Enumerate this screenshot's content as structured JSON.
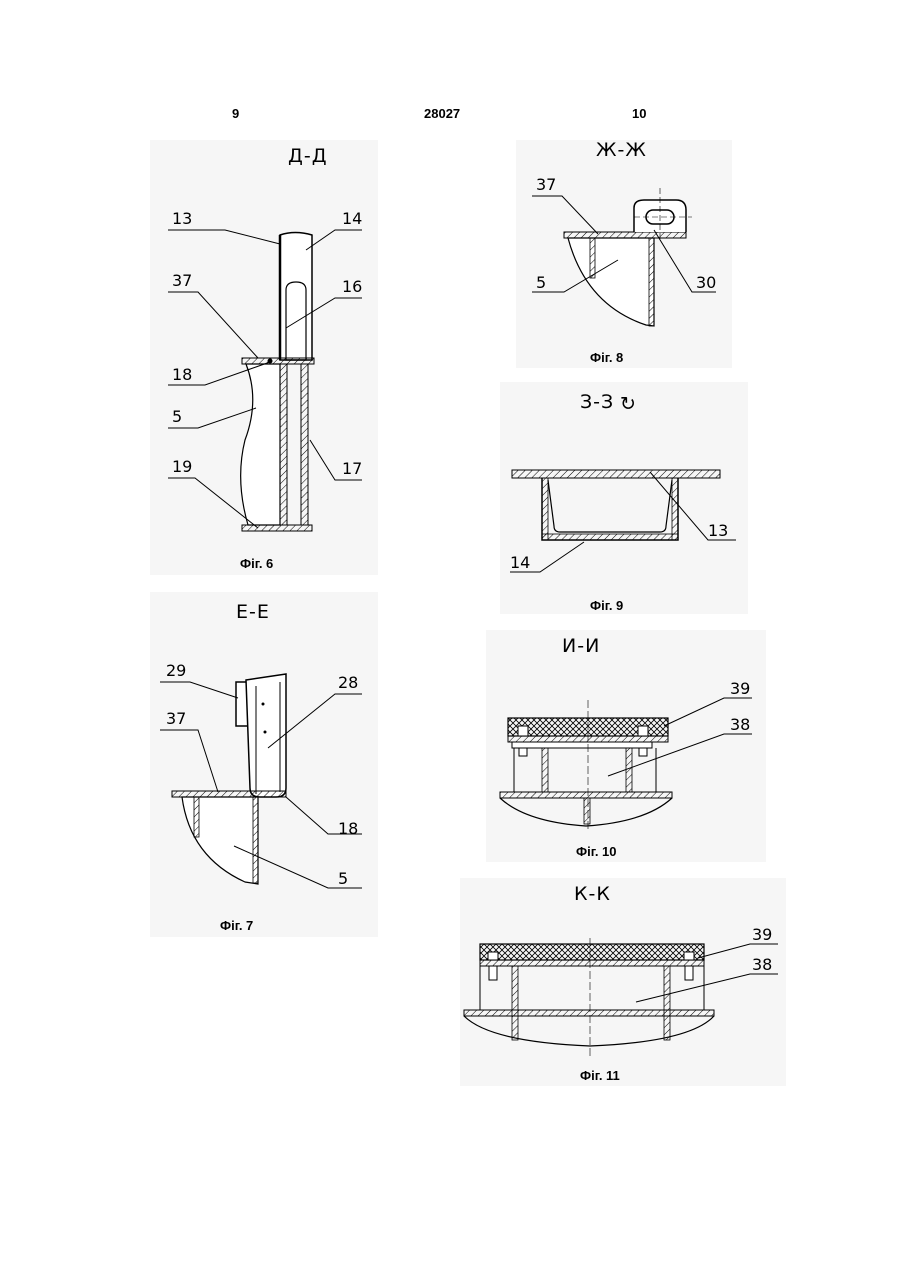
{
  "header": {
    "left_page": "9",
    "patent_number": "28027",
    "right_page": "10"
  },
  "fig6": {
    "section": "Д-Д",
    "caption": "Фіг. 6",
    "labels": {
      "l13": "13",
      "l14": "14",
      "l16": "16",
      "l37": "37",
      "l18": "18",
      "l5": "5",
      "l19": "19",
      "l17": "17"
    }
  },
  "fig7": {
    "section": "Е-Е",
    "caption": "Фіг. 7",
    "labels": {
      "l29": "29",
      "l28": "28",
      "l37": "37",
      "l18": "18",
      "l5": "5"
    }
  },
  "fig8": {
    "section": "Ж-Ж",
    "caption": "Фіг. 8",
    "labels": {
      "l37": "37",
      "l5": "5",
      "l30": "30"
    }
  },
  "fig9": {
    "section": "З-З",
    "rotation_symbol": "↻",
    "caption": "Фіг. 9",
    "labels": {
      "l13": "13",
      "l14": "14"
    }
  },
  "fig10": {
    "section": "И-И",
    "caption": "Фіг. 10",
    "labels": {
      "l39": "39",
      "l38": "38"
    }
  },
  "fig11": {
    "section": "К-К",
    "caption": "Фіг. 11",
    "labels": {
      "l39": "39",
      "l38": "38"
    }
  }
}
